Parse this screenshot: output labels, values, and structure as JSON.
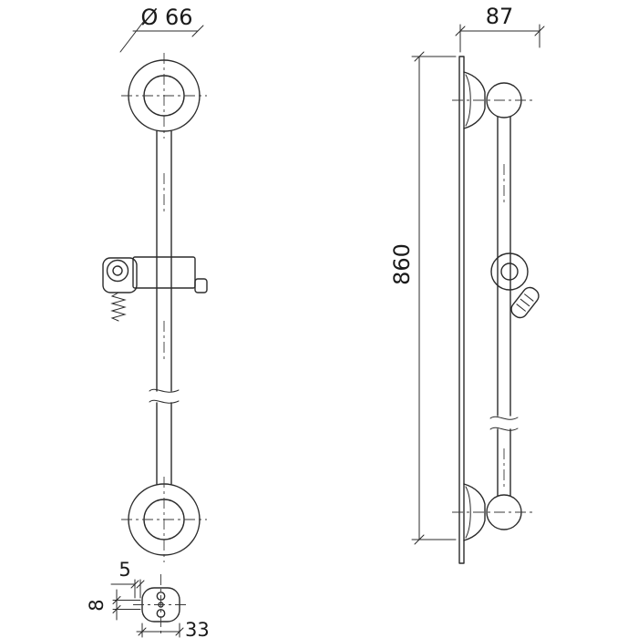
{
  "labels": {
    "diameter": "Ø 66",
    "depth": "87",
    "height": "860",
    "detail_offset": "5",
    "detail_height": "8",
    "detail_width": "33"
  }
}
